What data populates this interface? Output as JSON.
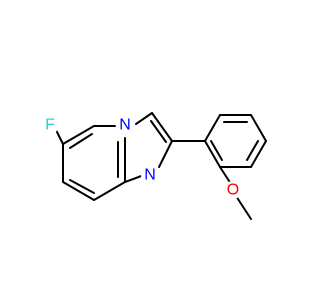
{
  "molecule": {
    "atoms": {
      "F": {
        "label": "F",
        "color": "#33cccc"
      },
      "N1": {
        "label": "N",
        "color": "#0000ff"
      },
      "N2": {
        "label": "N",
        "color": "#0000ff"
      },
      "O": {
        "label": "O",
        "color": "#ff0000"
      }
    },
    "bond_color": "#000000"
  }
}
